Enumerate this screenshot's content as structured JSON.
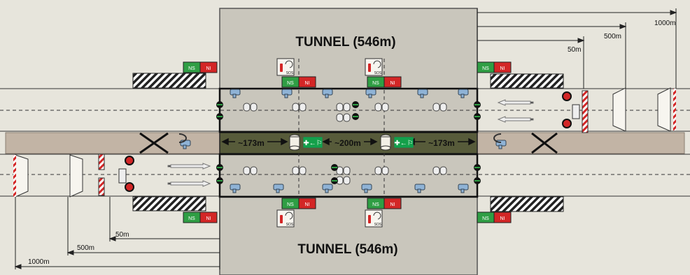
{
  "tunnel": {
    "title_top": "TUNNEL (546m)",
    "title_bottom": "TUNNEL (546m)"
  },
  "segments": {
    "left": "~173m",
    "middle": "~200m",
    "right": "~173m"
  },
  "distances_right": {
    "d1000": "1000m",
    "d500": "500m",
    "d50": "50m"
  },
  "distances_left": {
    "d1000": "1000m",
    "d500": "500m",
    "d50": "50m"
  },
  "signal_panels": {
    "ns": "NS",
    "ni": "NI"
  },
  "sos_label": "SOS",
  "colors": {
    "tunnel_fill": "#c9c6bc",
    "middle_band": "#575b3a",
    "ns_green": "#2f9e44",
    "ni_red": "#d32626",
    "exit_green": "#14a04a",
    "median": "#c2b4a5"
  }
}
